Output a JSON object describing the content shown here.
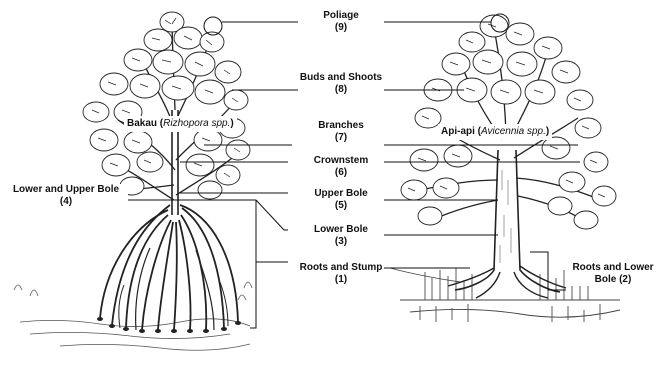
{
  "trees": {
    "left": {
      "name": "Bakau",
      "genus": "Rizhopora spp.",
      "open": "(",
      "close": ")"
    },
    "right": {
      "name": "Api-api",
      "genus": "Avicennia spp.",
      "open": "(",
      "close": ")"
    }
  },
  "labels": {
    "foliage": {
      "text": "Poliage",
      "num": "(9)"
    },
    "buds": {
      "text": "Buds and Shoots",
      "num": "(8)"
    },
    "branches": {
      "text": "Branches",
      "num": "(7)"
    },
    "crownstem": {
      "text": "Crownstem",
      "num": "(6)"
    },
    "upper_bole": {
      "text": "Upper Bole",
      "num": "(5)"
    },
    "lower_bole": {
      "text": "Lower Bole",
      "num": "(3)"
    },
    "roots_stump": {
      "text": "Roots and Stump",
      "num": "(1)"
    },
    "lower_upper_bole": {
      "text": "Lower and Upper Bole",
      "num": "(4)"
    },
    "roots_lower_bole": {
      "line1": "Roots and Lower",
      "line2": "Bole (2)"
    }
  }
}
